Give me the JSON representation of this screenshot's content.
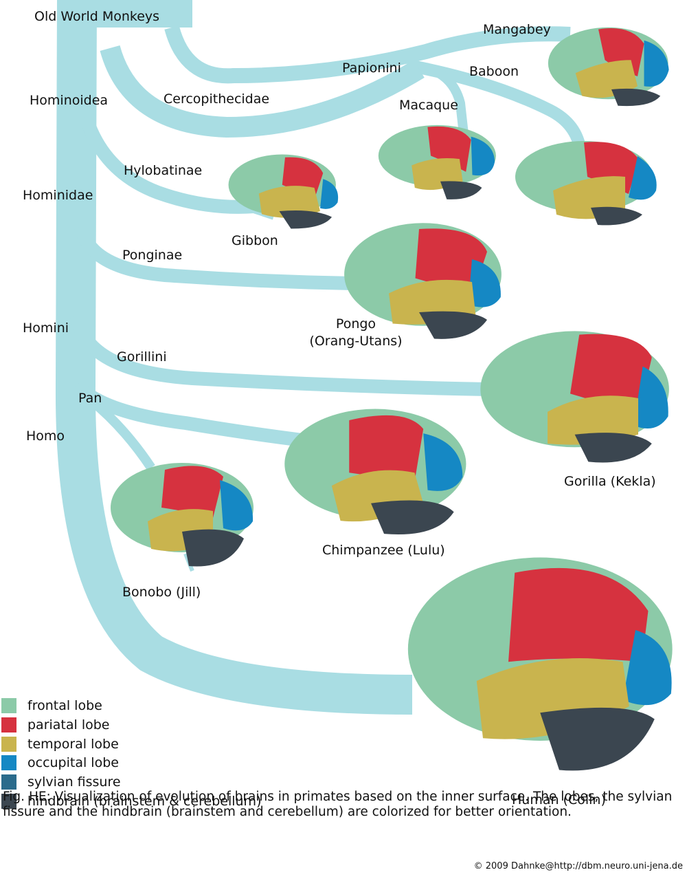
{
  "colors": {
    "tree": "#a9dde3",
    "frontal": "#8ccaa8",
    "parietal": "#d6323f",
    "temporal": "#c9b44e",
    "occipital": "#1588c4",
    "sylvian": "#2a6b8c",
    "hindbrain": "#3b4650"
  },
  "taxa": {
    "old_world_monkeys": "Old World Monkeys",
    "hominoidea": "Hominoidea",
    "cercopithecidae": "Cercopithecidae",
    "papionini": "Papionini",
    "hylobatinae": "Hylobatinae",
    "hominidae": "Hominidae",
    "ponginae": "Ponginae",
    "homini": "Homini",
    "gorillini": "Gorillini",
    "pan": "Pan",
    "homo": "Homo"
  },
  "species": {
    "mangabey": "Mangabey",
    "baboon": "Baboon",
    "macaque": "Macaque",
    "gibbon": "Gibbon",
    "pongo_line1": "Pongo",
    "pongo_line2": "(Orang-Utans)",
    "gorilla": "Gorilla (Kekla)",
    "chimpanzee": "Chimpanzee (Lulu)",
    "bonobo": "Bonobo (Jill)",
    "human": "Human (Colin)"
  },
  "legend": [
    {
      "label": "frontal lobe",
      "color": "#8ccaa8"
    },
    {
      "label": "pariatal lobe",
      "color": "#d6323f"
    },
    {
      "label": "temporal lobe",
      "color": "#c9b44e"
    },
    {
      "label": "occupital lobe",
      "color": "#1588c4"
    },
    {
      "label": "sylvian fissure",
      "color": "#2a6b8c"
    },
    {
      "label": "hindbrain (brainstem & cerebellum)",
      "color": "#3b4650"
    }
  ],
  "caption": "Fig. HE: Visualization of evolution of brains in primates based on the inner surface. The lobes, the sylvian fissure and the hindbrain (brainstem and cerebellum) are colorized for better orientation.",
  "copyright": "© 2009 Dahnke@http://dbm.neuro.uni-jena.de"
}
